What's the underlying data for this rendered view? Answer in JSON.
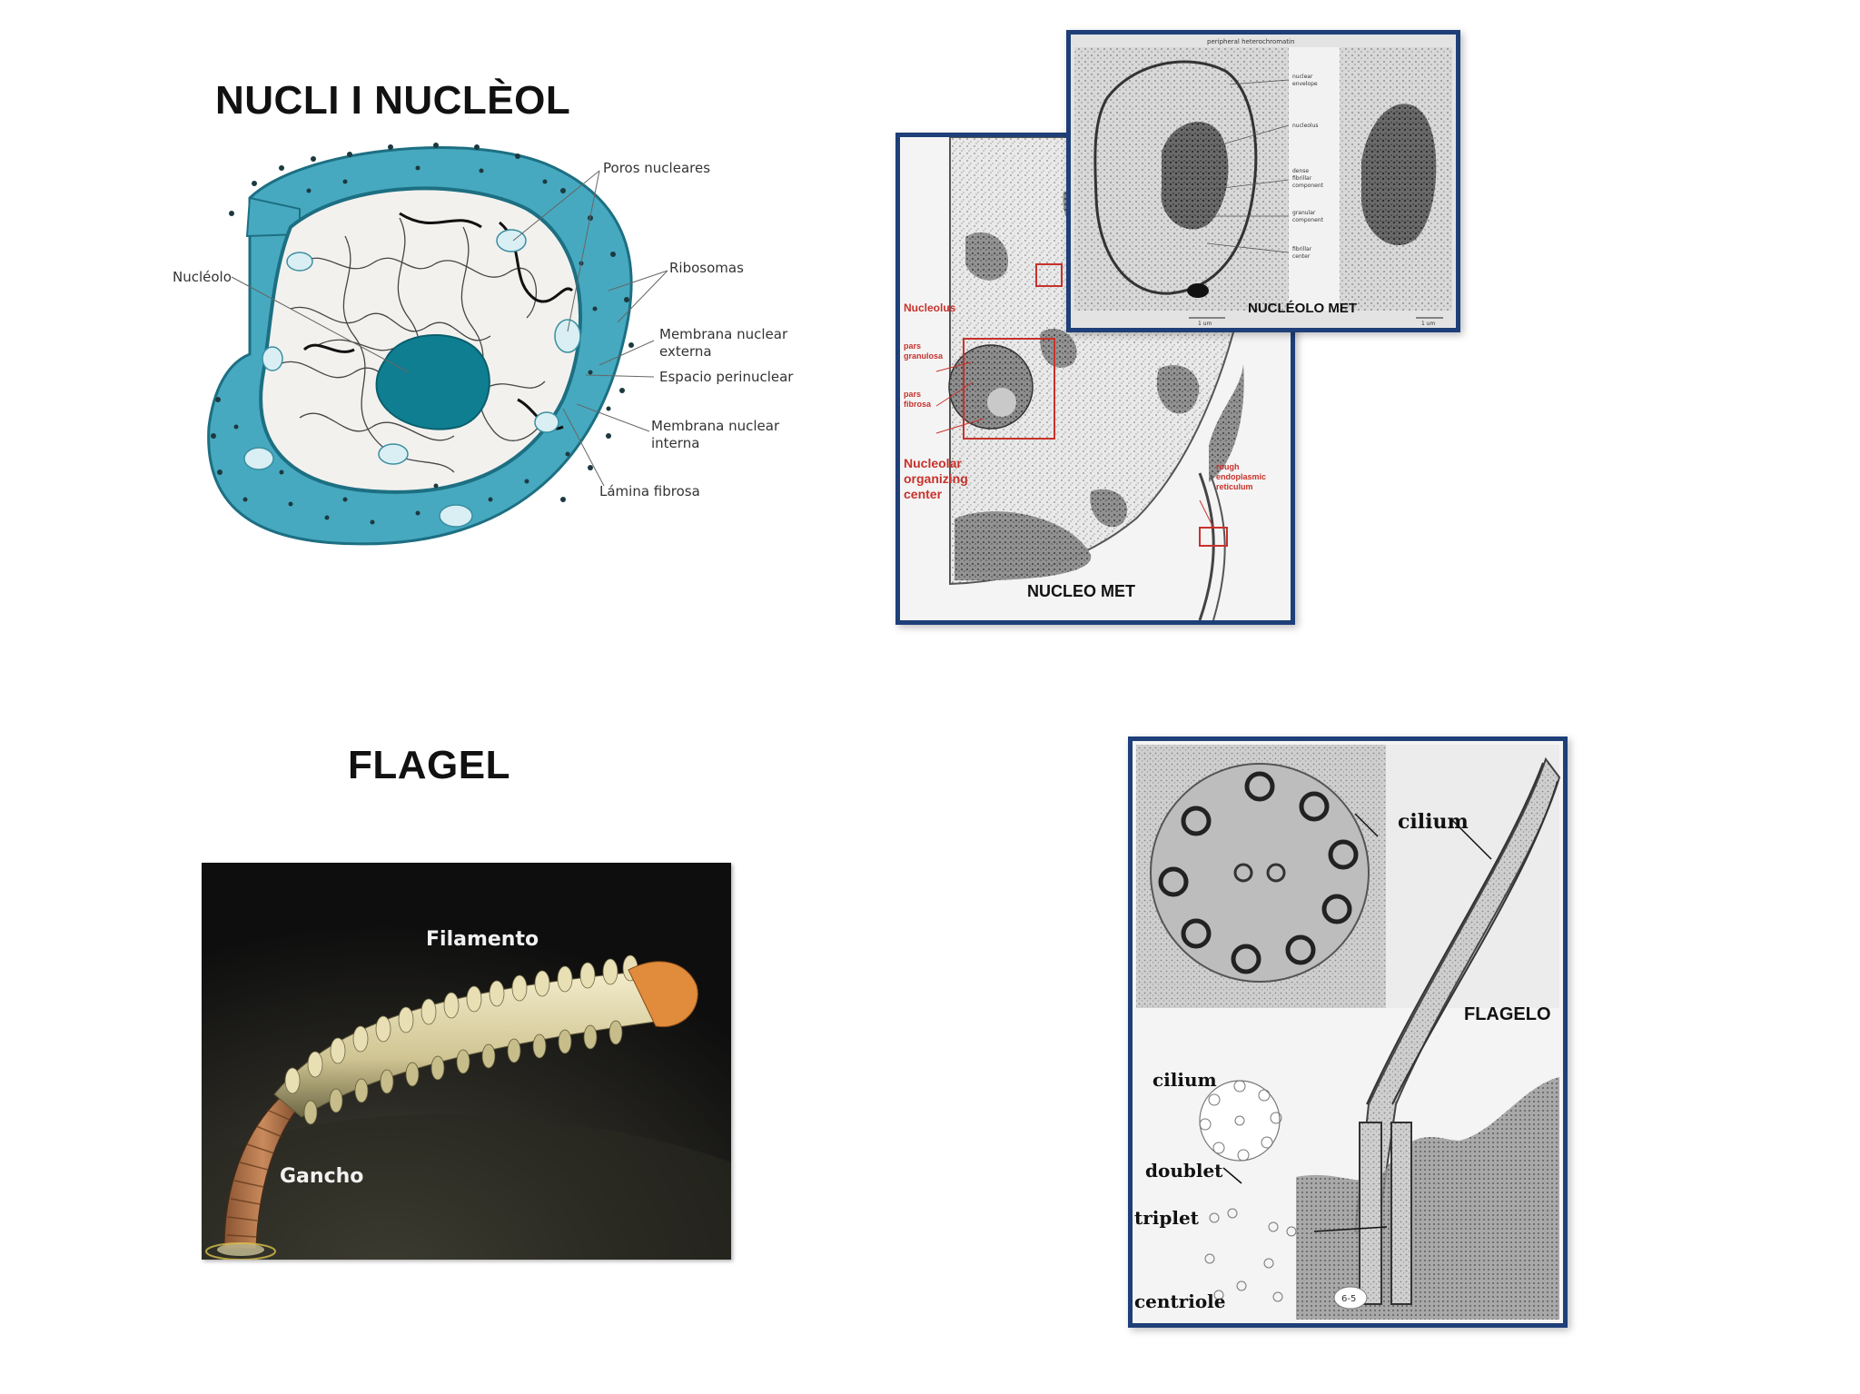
{
  "titles": {
    "nucleus": "NUCLI I NUCLÈOL",
    "flagellum": "FLAGEL"
  },
  "nucleus_diagram": {
    "labels": {
      "nucleolo": "Nucléolo",
      "poros": "Poros nucleares",
      "ribosomas": "Ribosomas",
      "membrana_externa_1": "Membrana nuclear",
      "membrana_externa_2": "externa",
      "espacio": "Espacio perinuclear",
      "membrana_interna_1": "Membrana nuclear",
      "membrana_interna_2": "interna",
      "lamina": "Lámina fibrosa"
    },
    "colors": {
      "envelope": "#46a9c0",
      "nucleoplasm": "#f3f1ee",
      "nucleolus": "#107e91"
    }
  },
  "micrograph_nucleo": {
    "caption": "NUCLEO MET",
    "labels": {
      "nucleolus": "Nucleolus",
      "pars_gran_1": "pars",
      "pars_gran_2": "granulosa",
      "pars_fib_1": "pars",
      "pars_fib_2": "fibrosa",
      "noc_1": "Nucleolar",
      "noc_2": "organizing",
      "noc_3": "center",
      "rer_1": "rough",
      "rer_2": "endoplasmic",
      "rer_3": "reticulum"
    }
  },
  "micrograph_nucleolo": {
    "caption": "NUCLÉOLO MET",
    "labels": {
      "top": "peripheral heterochromatin",
      "nuclear_envelope_1": "nuclear",
      "nuclear_envelope_2": "envelope",
      "nucleolus": "nucleolus",
      "dfc_1": "dense",
      "dfc_2": "fibrillar",
      "dfc_3": "component",
      "gc_1": "granular",
      "gc_2": "component",
      "fc_1": "fibrillar",
      "fc_2": "center",
      "scale_1": "1 um",
      "scale_2": "1 um"
    }
  },
  "flagellum_model": {
    "labels": {
      "filamento": "Filamento",
      "gancho": "Gancho"
    }
  },
  "micrograph_cilium": {
    "labels": {
      "cilium_top": "cilium",
      "flagelo": "FLAGELO",
      "cilium_left": "cilium",
      "doublet": "doublet",
      "triplet": "triplet",
      "centriole": "centriole",
      "figure_number": "6-5"
    }
  }
}
